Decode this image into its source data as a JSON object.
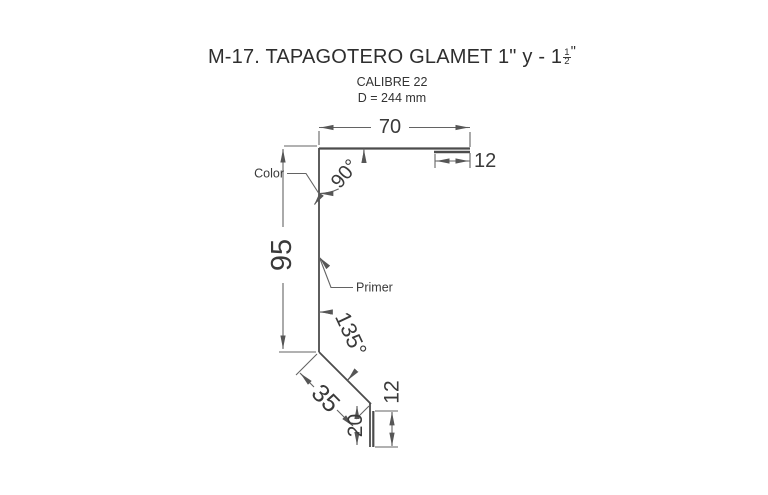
{
  "title": {
    "prefix": "M-17. TAPAGOTERO GLAMET 1\" y - 1",
    "fraction_numerator": "1",
    "fraction_denominator": "2",
    "suffix": "\""
  },
  "subtitle": {
    "gauge": "CALIBRE 22",
    "development": "D = 244 mm"
  },
  "labels": {
    "color": "Color",
    "primer": "Primer"
  },
  "dimensions": {
    "top_width": "70",
    "top_hem": "12",
    "height": "95",
    "diagonal": "35",
    "bottom_drop": "20",
    "bottom_hem": "12",
    "top_angle": "90°",
    "bottom_angle": "135°"
  },
  "colors": {
    "profile_line": "#4c4c4c",
    "dimension_line": "#636363",
    "text": "#3a3a3a",
    "background": "#ffffff"
  }
}
